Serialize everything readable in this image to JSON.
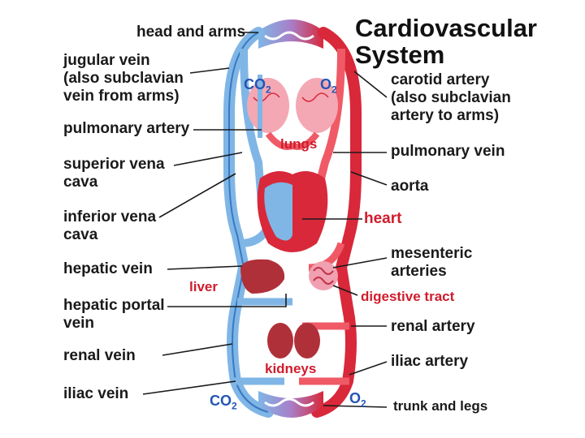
{
  "title": [
    "Cardiovascular",
    "System"
  ],
  "labels_left": {
    "head_and_arms": "head and arms",
    "jugular_vein": [
      "jugular vein",
      "(also subclavian",
      "vein from arms)"
    ],
    "pulmonary_artery": "pulmonary artery",
    "superior_vena_cava": [
      "superior vena",
      "cava"
    ],
    "inferior_vena_cava": [
      "inferior vena",
      "cava"
    ],
    "hepatic_vein": "hepatic vein",
    "hepatic_portal_vein": [
      "hepatic portal",
      "vein"
    ],
    "renal_vein": "renal vein",
    "iliac_vein": "iliac vein"
  },
  "labels_right": {
    "carotid_artery": [
      "carotid artery",
      "(also subclavian",
      "artery to arms)"
    ],
    "pulmonary_vein": "pulmonary vein",
    "aorta": "aorta",
    "mesenteric_arteries": [
      "mesenteric",
      "arteries"
    ],
    "renal_artery": "renal artery",
    "iliac_artery": "iliac artery",
    "trunk_and_legs": "trunk and legs"
  },
  "organ_labels": {
    "lungs": "lungs",
    "heart": "heart",
    "liver": "liver",
    "digestive_tract": "digestive tract",
    "kidneys": "kidneys"
  },
  "gas_labels": {
    "co2_top": {
      "base": "CO",
      "sub": "2"
    },
    "o2_top": {
      "base": "O",
      "sub": "2"
    },
    "co2_bottom": {
      "base": "CO",
      "sub": "2"
    },
    "o2_bottom": {
      "base": "O",
      "sub": "2"
    }
  },
  "colors": {
    "vein_blue": "#7fb6e6",
    "vein_blue_dark": "#3a78c2",
    "artery_red": "#d8283a",
    "artery_red_light": "#ef5a66",
    "label_red": "#d01c2c"
  }
}
